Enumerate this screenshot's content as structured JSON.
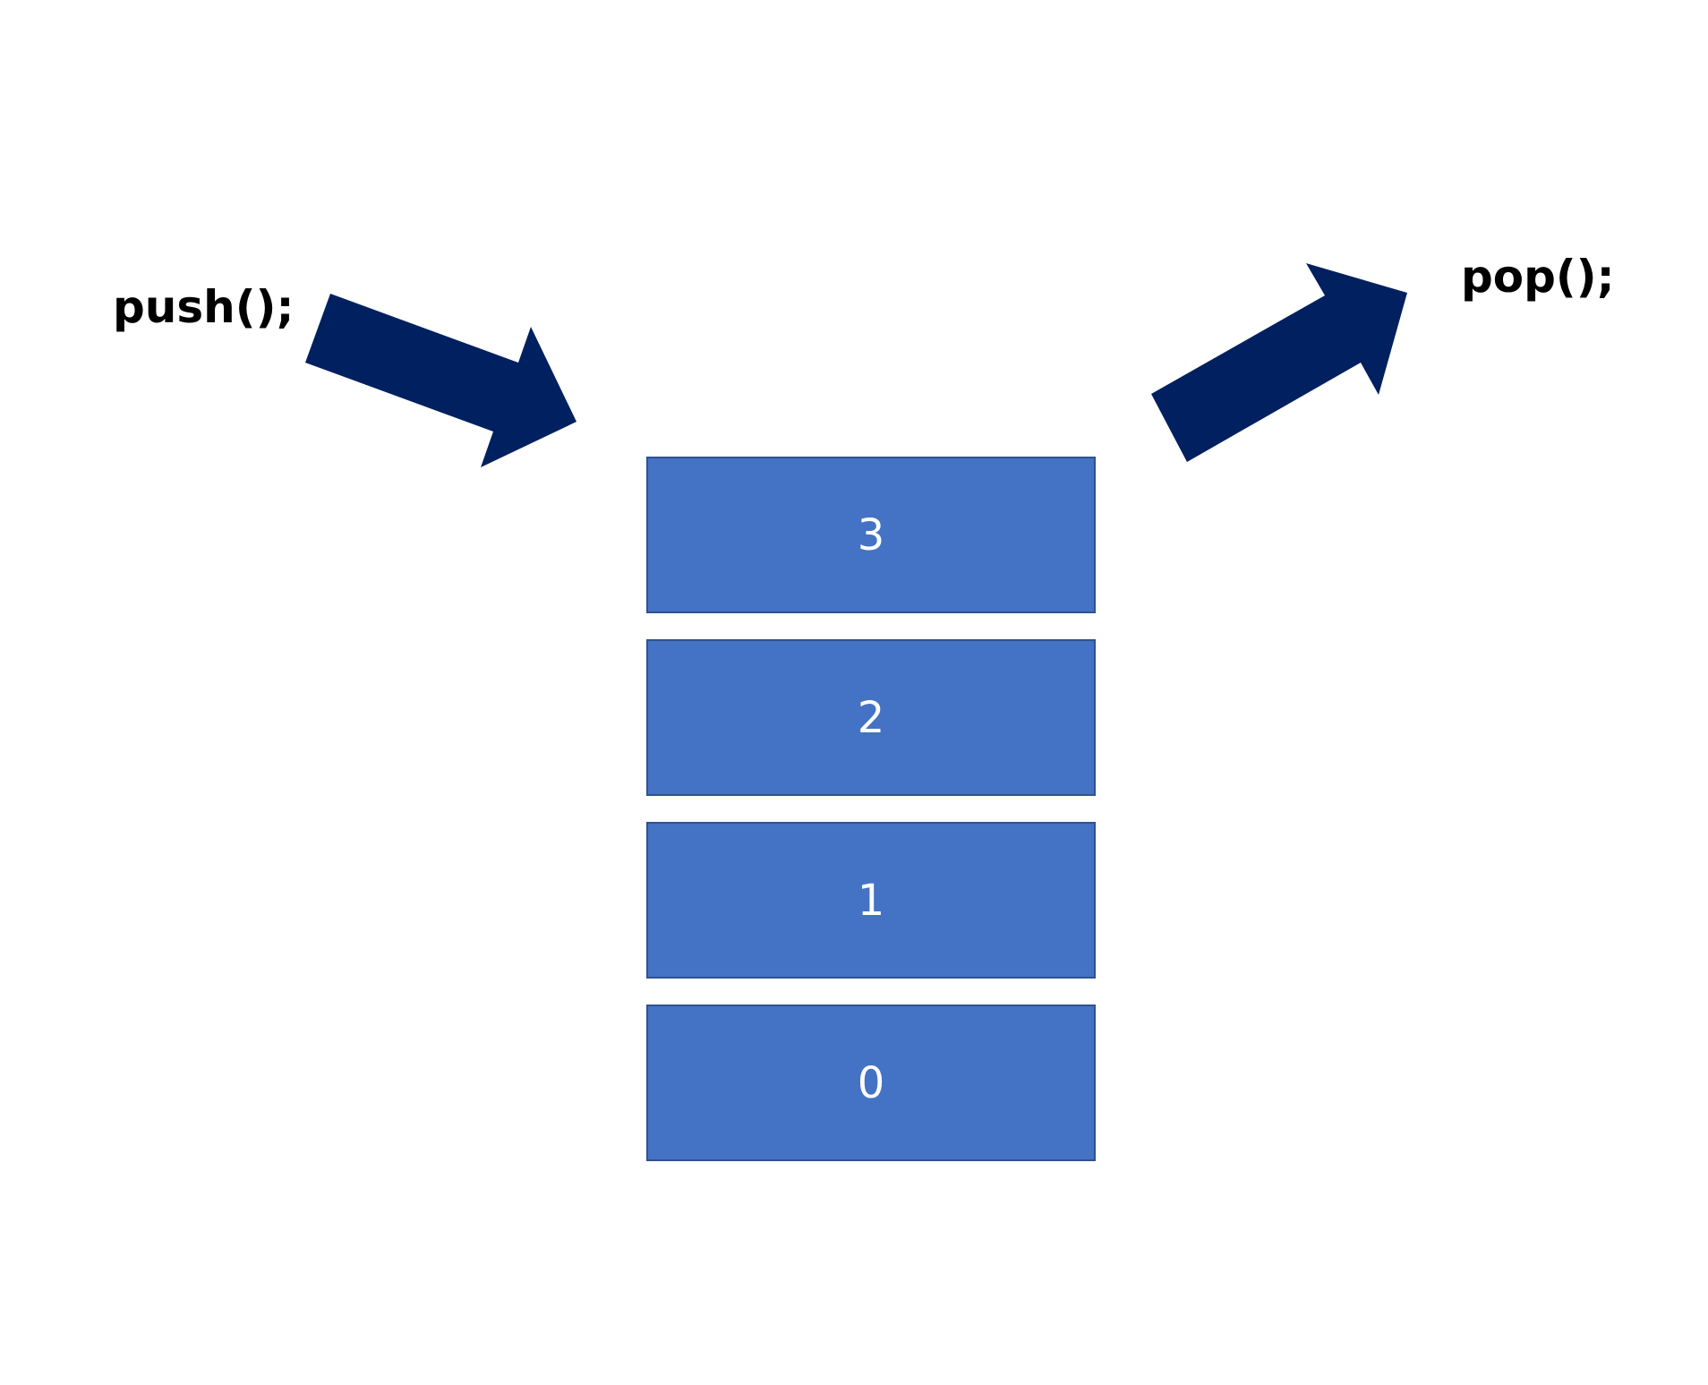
{
  "push": {
    "label": "push();"
  },
  "pop": {
    "label": "pop();"
  },
  "stack": {
    "items": [
      "3",
      "2",
      "1",
      "0"
    ]
  },
  "colors": {
    "arrow": "#00205f",
    "cell_fill": "#4472c4",
    "cell_border": "#2f528f",
    "cell_text": "#ffffff",
    "label_text": "#000000"
  }
}
